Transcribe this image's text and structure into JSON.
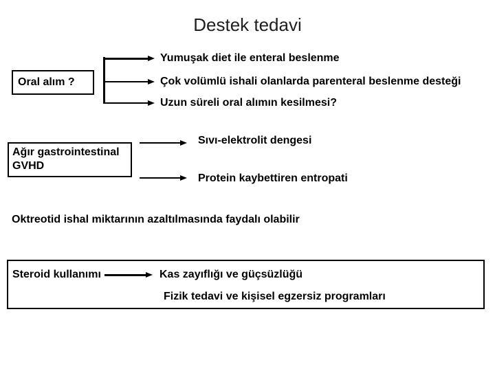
{
  "slide": {
    "title": "Destek tedavi",
    "oral_section": {
      "box_label": "Oral alım ?",
      "items": [
        "Yumuşak diet ile enteral beslenme",
        "Çok volümlü ishali olanlarda parenteral beslenme desteği",
        "Uzun süreli oral alımın kesilmesi?"
      ]
    },
    "gvhd_section": {
      "box_label_line1": "Ağır gastrointestinal",
      "box_label_line2": "GVHD",
      "items": [
        "Sıvı-elektrolit dengesi",
        "Protein kaybettiren entropati"
      ]
    },
    "note": "Oktreotid ishal miktarının azaltılmasında faydalı olabilir",
    "steroid_section": {
      "box_label": "Steroid kullanımı",
      "items": [
        "Kas zayıflığı ve güçsüzlüğü",
        "Fizik tedavi ve kişisel egzersiz programları"
      ]
    },
    "colors": {
      "background": "#ffffff",
      "text": "#000000",
      "title": "#1f1f1f",
      "line": "#000000"
    }
  }
}
